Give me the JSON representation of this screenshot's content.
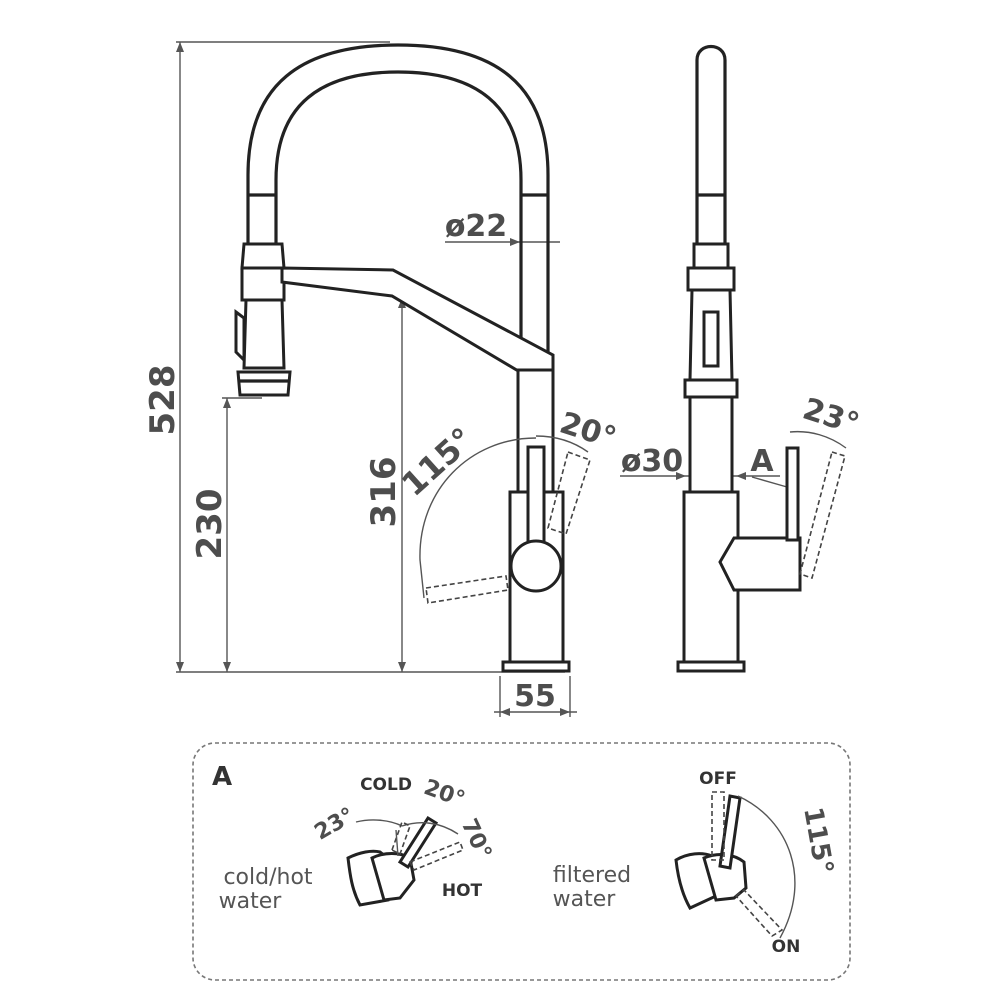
{
  "dimensions": {
    "total_height": "528",
    "spout_height": "230",
    "outlet_height": "316",
    "hose_diameter": "ø22",
    "body_diameter": "ø30",
    "base_width": "55",
    "filter_lever_angle": "115°",
    "mixer_lever_angle_front": "20°",
    "mixer_lever_angle_side": "23°"
  },
  "side_view": {
    "detail_marker": "A"
  },
  "detail_panel": {
    "title": "A",
    "mixer": {
      "cold_label": "COLD",
      "hot_label": "HOT",
      "angle_left": "23°",
      "angle_mid": "20°",
      "angle_right": "70°",
      "caption_line1": "cold/hot",
      "caption_line2": "water"
    },
    "filter": {
      "off_label": "OFF",
      "on_label": "ON",
      "angle": "115°",
      "caption_line1": "filtered",
      "caption_line2": "water"
    }
  },
  "colors": {
    "line": "#222222",
    "dimension_text": "#4d4d4d",
    "panel_border": "#777777"
  }
}
